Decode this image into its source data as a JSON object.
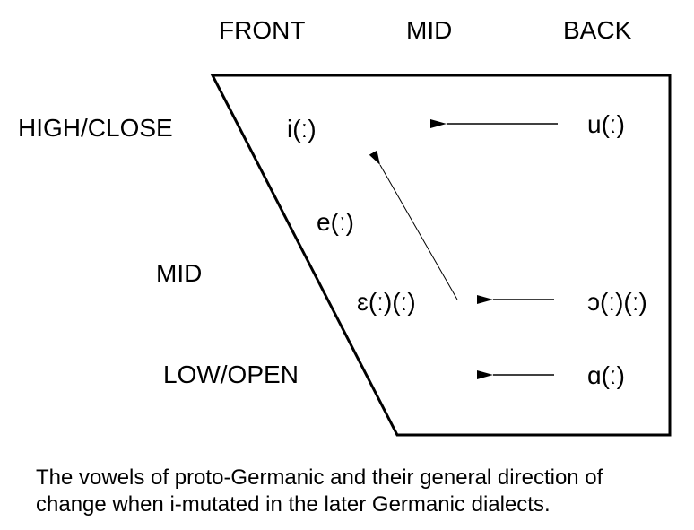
{
  "columns": {
    "front": "FRONT",
    "mid": "MID",
    "back": "BACK"
  },
  "rows": {
    "high": "HIGH/CLOSE",
    "mid": "MID",
    "low": "LOW/OPEN"
  },
  "vowels": {
    "i": "i(ː)",
    "e": "e(ː)",
    "epsilon": "ɛ(ː)(ː)",
    "u": "u(ː)",
    "open_o": "ɔ(ː)(ː)",
    "a": "ɑ(ː)"
  },
  "caption": {
    "line1": "The vowels of proto-Germanic and their general direction of",
    "line2": "change when i-mutated in the later Germanic dialects."
  },
  "colors": {
    "stroke": "#000000",
    "background": "#ffffff"
  }
}
